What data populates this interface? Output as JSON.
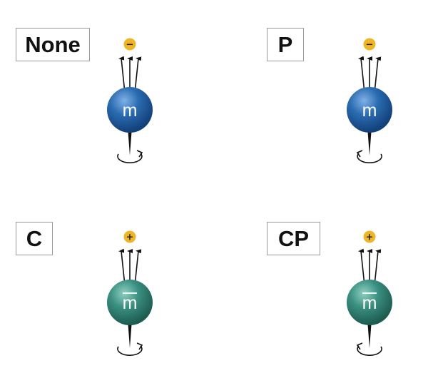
{
  "panels": [
    {
      "label": "None",
      "charge_symbol": "−",
      "particle_label": "m",
      "particle_bar": false,
      "particle_color": "#2a6bb0",
      "particle_dark": "#123f78",
      "particle_light": "#7fb1e6",
      "spin": "counterclockwise"
    },
    {
      "label": "P",
      "charge_symbol": "−",
      "particle_label": "m",
      "particle_bar": false,
      "particle_color": "#2a6bb0",
      "particle_dark": "#123f78",
      "particle_light": "#7fb1e6",
      "spin": "clockwise"
    },
    {
      "label": "C",
      "charge_symbol": "+",
      "particle_label": "m",
      "particle_bar": true,
      "particle_color": "#3a8f80",
      "particle_dark": "#1d5a4f",
      "particle_light": "#8fd0c2",
      "spin": "counterclockwise"
    },
    {
      "label": "CP",
      "charge_symbol": "+",
      "particle_label": "m",
      "particle_bar": true,
      "particle_color": "#3a8f80",
      "particle_dark": "#1d5a4f",
      "particle_light": "#8fd0c2",
      "spin": "clockwise"
    }
  ],
  "colors": {
    "charge_fill": "#efb526",
    "arrow": "#111111"
  }
}
